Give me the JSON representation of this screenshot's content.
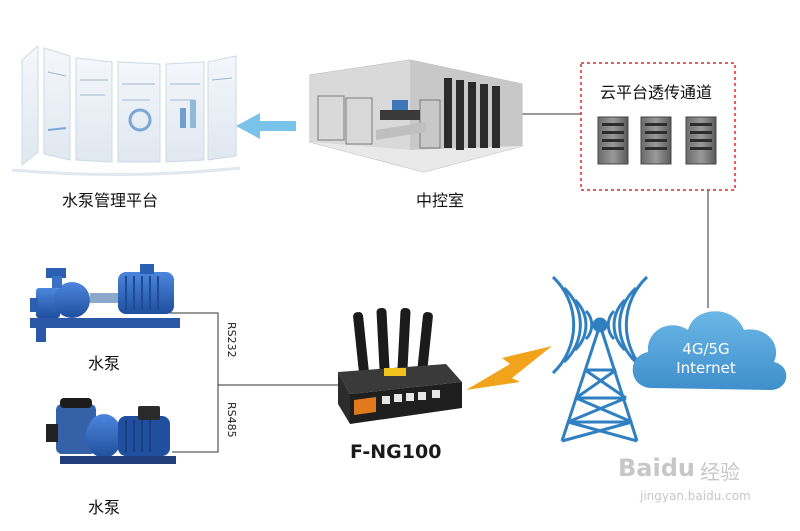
{
  "labels": {
    "platform": "水泵管理平台",
    "control_room": "中控室",
    "cloud_channel": "云平台透传通道",
    "pump_top": "水泵",
    "pump_bottom": "水泵",
    "rs232": "RS232",
    "rs485": "RS485",
    "router": "F-NG100",
    "network_line1": "4G/5G",
    "network_line2": "Internet"
  },
  "watermark": {
    "brand": "Baidu",
    "cn": "经验",
    "url": "jingyan.baidu.com"
  },
  "colors": {
    "arrow_blue": "#79c2ea",
    "cloud_blue": "#5aa7d8",
    "tower_blue": "#2f7fc1",
    "dashed_red": "#e0282a",
    "pump_blue": "#2f69c6",
    "router_dark": "#2c2c2c",
    "lightning": "#f2a31c"
  },
  "icons": [
    "dashboard-screens-icon",
    "control-room-icon",
    "server-icon",
    "pump-icon",
    "router-icon",
    "signal-tower-icon",
    "cloud-icon",
    "lightning-icon",
    "arrow-left-icon"
  ]
}
